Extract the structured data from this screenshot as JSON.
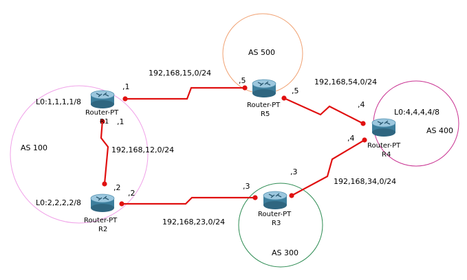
{
  "colors": {
    "link": "#e01010",
    "port": "#e01010",
    "as500": "#f0a070",
    "as100": "#f0a0e8",
    "as400": "#c83090",
    "as300": "#2a8a50",
    "router_body": "#3d7e9c",
    "router_top": "#9cc7de"
  },
  "autonomous_systems": [
    {
      "id": "as500",
      "label": "AS 500"
    },
    {
      "id": "as100",
      "label": "AS 100"
    },
    {
      "id": "as400",
      "label": "AS 400"
    },
    {
      "id": "as300",
      "label": "AS 300"
    }
  ],
  "routers": [
    {
      "id": "r1",
      "type": "Router-PT",
      "name": "R1",
      "loopback": "L0:1,1,1,1/8"
    },
    {
      "id": "r2",
      "type": "Router-PT",
      "name": "R2",
      "loopback": "L0:2,2,2,2/8"
    },
    {
      "id": "r3",
      "type": "Router-PT",
      "name": "R3",
      "loopback": ""
    },
    {
      "id": "r4",
      "type": "Router-PT",
      "name": "R4",
      "loopback": "L0:4,4,4,4/8"
    },
    {
      "id": "r5",
      "type": "Router-PT",
      "name": "R5",
      "loopback": ""
    }
  ],
  "links": [
    {
      "id": "r1-r5",
      "subnet": "192,168,15,0/24",
      "a_host": ",1",
      "b_host": ",5"
    },
    {
      "id": "r1-r2",
      "subnet": "192,168,12,0/24",
      "a_host": ",1",
      "b_host": ",2"
    },
    {
      "id": "r5-r4",
      "subnet": "192,168,54,0/24",
      "a_host": ",5",
      "b_host": ",4"
    },
    {
      "id": "r2-r3",
      "subnet": "192,168,23,0/24",
      "a_host": ",2",
      "b_host": ",3"
    },
    {
      "id": "r3-r4",
      "subnet": "192,168,34,0/24",
      "a_host": ",3",
      "b_host": ",4"
    }
  ]
}
